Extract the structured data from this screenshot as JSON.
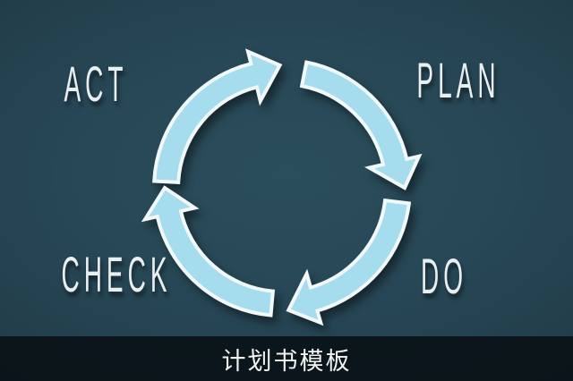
{
  "diagram": {
    "type": "cycle",
    "labels": {
      "act": "ACT",
      "plan": "PLAN",
      "check": "CHECK",
      "do": "DO"
    },
    "arrows": [
      {
        "name": "act-to-plan",
        "from": "ACT",
        "to": "PLAN",
        "direction": "clockwise"
      },
      {
        "name": "plan-to-do",
        "from": "PLAN",
        "to": "DO",
        "direction": "clockwise"
      },
      {
        "name": "do-to-check",
        "from": "DO",
        "to": "CHECK",
        "direction": "clockwise"
      },
      {
        "name": "check-to-act",
        "from": "CHECK",
        "to": "ACT",
        "direction": "clockwise"
      }
    ],
    "colors": {
      "background_center": "#2b4e5c",
      "background_edge": "#192c36",
      "arrow_fill": "#a5dcee",
      "arrow_outline": "#f2f8f8",
      "label_text": "#e9eff1",
      "caption_bar": "rgba(6,12,16,0.82)",
      "caption_text": "#f2f2f2"
    }
  },
  "caption": {
    "text": "计划书模板"
  }
}
